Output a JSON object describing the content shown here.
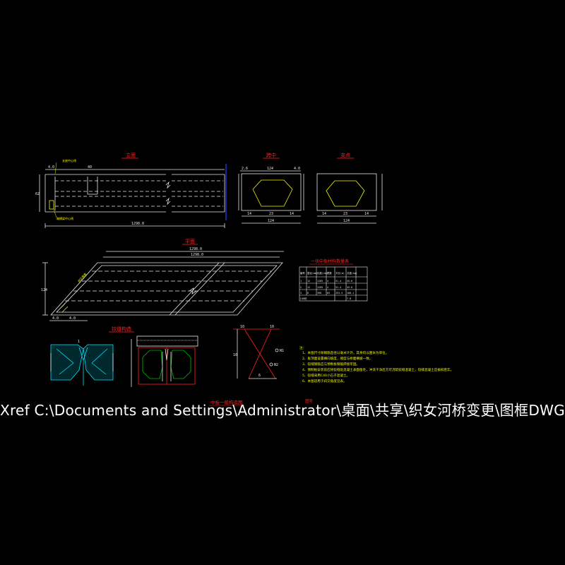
{
  "drawing": {
    "background": "#000000",
    "views": {
      "elevation_title": "立面",
      "midspan_title": "跨中",
      "support_title": "支点",
      "plan_title": "平面",
      "joint_title": "铰缝构造",
      "slab_title": "中板一般构造图"
    },
    "dims": {
      "elev_top_left": "4.0",
      "elev_top_mid": "40",
      "elev_left": "62",
      "elev_bottom": "1298.0",
      "elev_note_top": "支座中心线",
      "elev_note_bottom": "端横梁中心线",
      "mid_top": "124",
      "mid_left_top": "2.6",
      "mid_right_top": "4.0",
      "mid_bottom": "124",
      "mid_bottom_parts": [
        "14",
        "23",
        "14"
      ],
      "sup_bottom": "124",
      "sup_bottom_parts": [
        "14",
        "23",
        "14"
      ],
      "plan_top_outer": "1298.0",
      "plan_top_inner": "1298.0",
      "plan_left": "124",
      "plan_bottom_left": "4.0",
      "plan_bottom_mid": "4.0",
      "plan_skew_label": "斜交角度",
      "rebar_top_left": "10",
      "rebar_top_right": "10",
      "rebar_right_a": "N1",
      "rebar_right_b": "N2",
      "rebar_left": "10",
      "rebar_bottom": "6"
    },
    "table": {
      "title": "一块中板材料数量表",
      "headers": [
        "编号",
        "直径(mm)",
        "长度(cm)",
        "根数",
        "共长(m)",
        "共重(kg)"
      ],
      "rows": [
        [
          "1",
          "12",
          "1285",
          "4",
          "51.4",
          "45.6"
        ],
        [
          "2",
          "12",
          "1285",
          "4",
          "51.4",
          "45.6"
        ],
        [
          "3",
          "8",
          "390",
          "65",
          "253.5",
          "100.1"
        ],
        [
          "C40砼",
          "",
          "",
          "",
          "",
          "7.8"
        ]
      ]
    },
    "notes_title": "注：",
    "notes": [
      "1、本图尺寸除钢筋直径以毫米计外，其余均以厘米为单位。",
      "2、板顶面设置横向坡度，坡度与桥面横坡一致。",
      "3、铰缝钢筋应与预制板钢筋焊接牢固。",
      "4、预制板安装前应将铰缝处混凝土表面凿毛，冲洗干净后方可浇筑铰缝混凝土，铰缝混凝土应振捣密实。",
      "5、铰缝采用C40小石子混凝土。",
      "6、本图适用于斜交角度见表。"
    ],
    "frame_label": "图号",
    "xref_text": "Xref C:\\Documents and Settings\\Administrator\\桌面\\共享\\织女河桥变更\\图框DWG",
    "colors": {
      "lines": "#e8e8e8",
      "red": "#ff2020",
      "yellow": "#f5f500",
      "cyan": "#00e5ff",
      "green": "#00c000",
      "blue": "#2a3cff"
    }
  }
}
